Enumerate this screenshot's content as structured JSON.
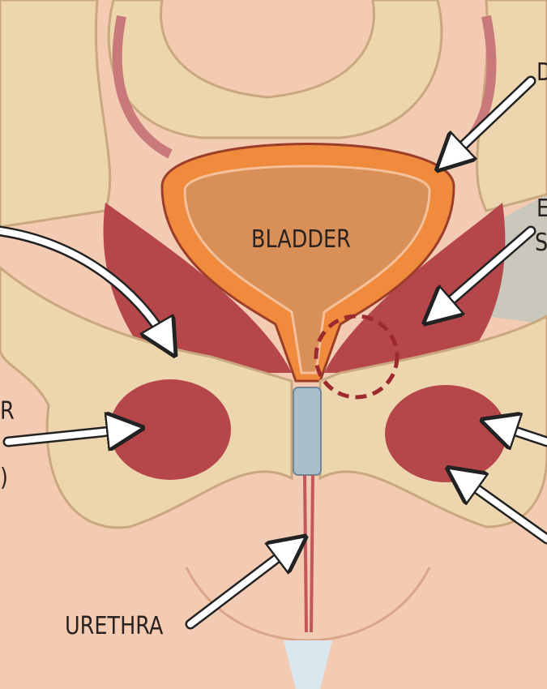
{
  "colors": {
    "skin": "#f2cbb2",
    "bone": "#edd5ae",
    "bone_shadow": "#c9a77f",
    "bladder_wall": "#f08a3c",
    "bladder_inner": "#d99058",
    "muscle": "#b5464a",
    "urethra_band": "#a9bfcc",
    "highlight_circle": "#9c2a2e",
    "arrow": "#ffffff"
  },
  "labels": {
    "bladder": "BLADDER",
    "urethra": "URETHRA",
    "top_right_partial": "D",
    "mid_right_partial_1": "E",
    "mid_right_partial_2": "S",
    "left_partial_1": "R",
    "left_partial_2": ")"
  }
}
